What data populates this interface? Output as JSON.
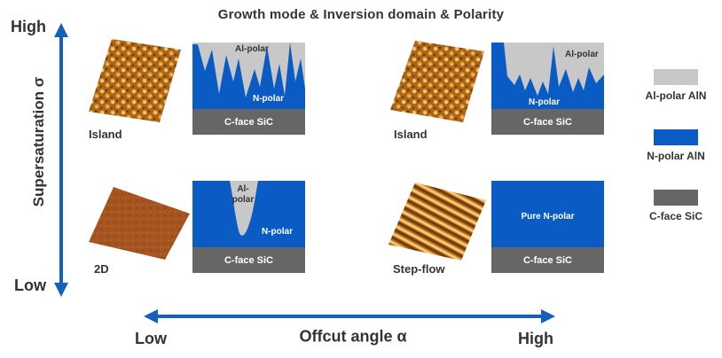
{
  "title": "Growth mode & Inversion domain & Polarity",
  "y_axis": {
    "label": "Supersaturation σ",
    "high": "High",
    "low": "Low"
  },
  "x_axis": {
    "label": "Offcut angle α",
    "low": "Low",
    "high": "High"
  },
  "panels": [
    {
      "growth_mode": "Island",
      "substrate": "C-face SiC",
      "al_label": "Al-polar",
      "n_label": "N-polar"
    },
    {
      "growth_mode": "Island",
      "substrate": "C-face SiC",
      "al_label": "Al-polar",
      "n_label": "N-polar"
    },
    {
      "growth_mode": "2D",
      "substrate": "C-face SiC",
      "al_label_line1": "Al-",
      "al_label_line2": "polar",
      "n_label": "N-polar"
    },
    {
      "growth_mode": "Step-flow",
      "substrate": "C-face SiC",
      "n_label": "Pure N-polar"
    }
  ],
  "legend": [
    {
      "label": "Al-polar AlN",
      "color": "#c8c8c8"
    },
    {
      "label": "N-polar AlN",
      "color": "#0a5bc4"
    },
    {
      "label": "C-face SiC",
      "color": "#666666"
    }
  ],
  "colors": {
    "arrow": "#1560bd",
    "al_polar": "#c8c8c8",
    "n_polar": "#0a5bc4",
    "sic": "#666666"
  }
}
